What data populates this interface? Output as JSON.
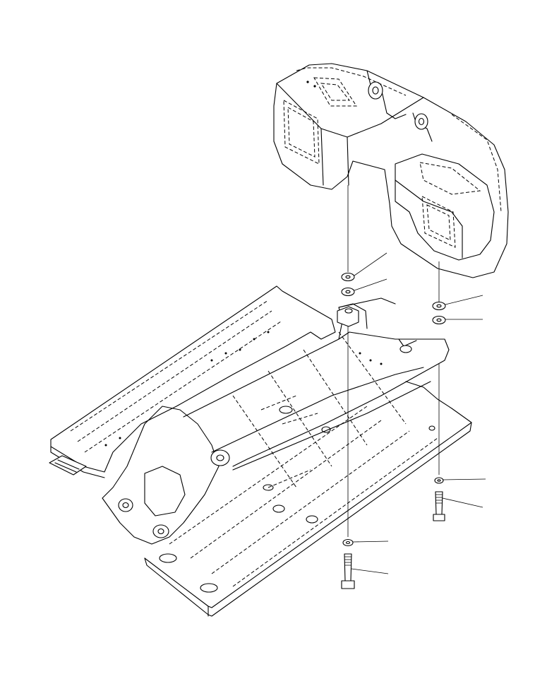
{
  "diagram": {
    "parts": [
      {
        "name": "counterweight",
        "icon": "counterweight-icon"
      },
      {
        "name": "revolving-frame",
        "icon": "frame-icon"
      },
      {
        "name": "shim-left-upper"
      },
      {
        "name": "shim-left-lower"
      },
      {
        "name": "shim-right-upper"
      },
      {
        "name": "shim-right-lower"
      },
      {
        "name": "washer-right"
      },
      {
        "name": "bolt-right"
      },
      {
        "name": "washer-left"
      },
      {
        "name": "bolt-left"
      }
    ],
    "line_color": "#000000",
    "background": "#ffffff"
  }
}
